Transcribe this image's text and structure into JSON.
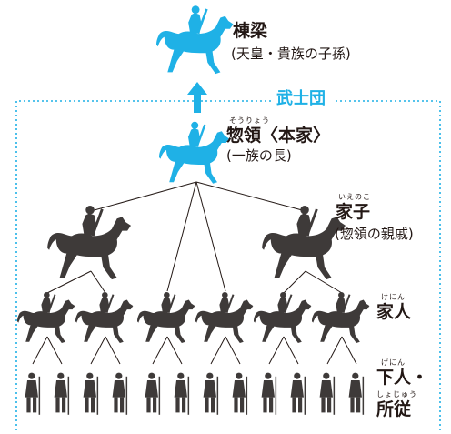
{
  "colors": {
    "accent": "#1fb1e6",
    "figure": "#3e3a39",
    "line": "#231815"
  },
  "icons": {
    "leader": "mounted-warrior-icon",
    "follower": "foot-soldier-icon"
  },
  "group": {
    "title": "武士団"
  },
  "tiers": {
    "touryou": {
      "label": "棟梁",
      "note": "(天皇・貴族の子孫)"
    },
    "souryou": {
      "ruby": "そうりょう",
      "label": "惣領〈本家〉",
      "note": "(一族の長)"
    },
    "ienoko": {
      "ruby": "いえのこ",
      "label": "家子",
      "note": "(惣領の親戚)"
    },
    "kenin": {
      "ruby": "けにん",
      "label": "家人"
    },
    "genin": {
      "ruby": "げにん",
      "label": "下人・"
    },
    "shojuu": {
      "ruby": "しょじゅう",
      "label": "所従"
    }
  }
}
